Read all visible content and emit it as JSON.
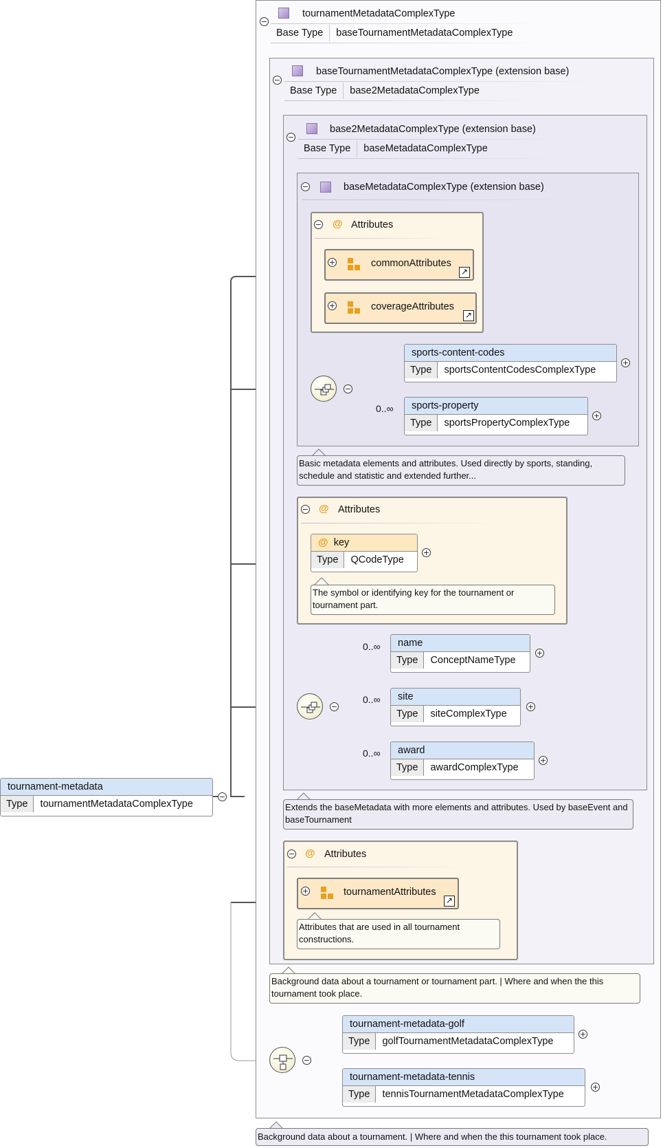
{
  "root_element": {
    "name": "tournament-metadata",
    "type_label": "Type",
    "type": "tournamentMetadataComplexType"
  },
  "complex_type": {
    "name": "tournamentMetadataComplexType",
    "base_type_label": "Base Type",
    "base_type": "baseTournamentMetadataComplexType"
  },
  "ext1": {
    "name": "baseTournamentMetadataComplexType (extension base)",
    "base_type_label": "Base Type",
    "base_type": "base2MetadataComplexType"
  },
  "ext2": {
    "name": "base2MetadataComplexType (extension base)",
    "base_type_label": "Base Type",
    "base_type": "baseMetadataComplexType"
  },
  "ext3": {
    "name": "baseMetadataComplexType (extension base)",
    "attributes": {
      "label": "Attributes",
      "groups": [
        {
          "name": "commonAttributes"
        },
        {
          "name": "coverageAttributes"
        }
      ]
    },
    "sequence": [
      {
        "name": "sports-content-codes",
        "type_label": "Type",
        "type": "sportsContentCodesComplexType",
        "multiplicity": ""
      },
      {
        "name": "sports-property",
        "type_label": "Type",
        "type": "sportsPropertyComplexType",
        "multiplicity": "0..∞"
      }
    ],
    "note": "Basic metadata elements and attributes. Used directly by sports, standing, schedule and statistic and extended further..."
  },
  "ext2_attributes": {
    "label": "Attributes",
    "key": {
      "name": "key",
      "type_label": "Type",
      "type": "QCodeType"
    },
    "note": "The symbol or identifying key for the tournament or tournament part."
  },
  "ext2_sequence": [
    {
      "name": "name",
      "type_label": "Type",
      "type": "ConceptNameType",
      "multiplicity": "0..∞"
    },
    {
      "name": "site",
      "type_label": "Type",
      "type": "siteComplexType",
      "multiplicity": "0..∞"
    },
    {
      "name": "award",
      "type_label": "Type",
      "type": "awardComplexType",
      "multiplicity": "0..∞"
    }
  ],
  "ext2_note": "Extends the baseMetadata with more elements and attributes. Used by baseEvent and baseTournament",
  "ext1_attributes": {
    "label": "Attributes",
    "group": {
      "name": "tournamentAttributes"
    },
    "note": "Attributes that are used in all tournament constructions."
  },
  "ext1_note": "Background data about a tournament or tournament part. | Where and when the this tournament took place.",
  "choice": [
    {
      "name": "tournament-metadata-golf",
      "type_label": "Type",
      "type": "golfTournamentMetadataComplexType"
    },
    {
      "name": "tournament-metadata-tennis",
      "type_label": "Type",
      "type": "tennisTournamentMetadataComplexType"
    }
  ],
  "root_note": "Background data about a tournament. | Where and when the this tournament took place.",
  "icons": {
    "collapse": "minus-circle-icon",
    "expand": "plus-circle-icon",
    "complex_type": "complex-type-icon",
    "attribute": "at-sign-icon",
    "attribute_group": "attribute-group-icon",
    "shortcut": "shortcut-arrow-icon",
    "sequence": "sequence-compositor-icon",
    "choice": "choice-compositor-icon"
  },
  "colors": {
    "element_header": "#d6e4f7",
    "attribute_background": "#fdf5e6",
    "attribute_group": "#fde9c8",
    "complex_type_icon": "#a48cc9",
    "annotation": "#ecebf3",
    "at_sign": "#e0a020"
  }
}
